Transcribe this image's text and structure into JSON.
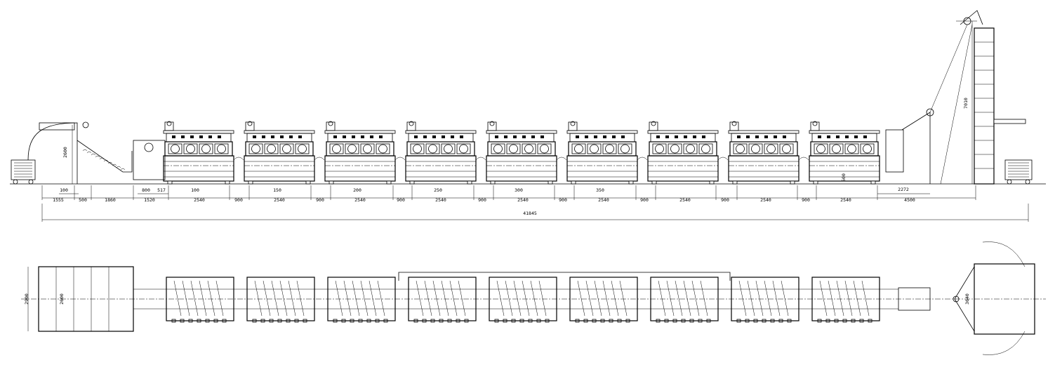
{
  "elevation": {
    "overall_length": "41845",
    "segments": [
      "1555",
      "500",
      "1860",
      "1520",
      "2540",
      "900",
      "2540",
      "900",
      "2540",
      "900",
      "2540",
      "900",
      "2540",
      "900",
      "2540",
      "900",
      "2540",
      "900",
      "2540",
      "900",
      "2540",
      "4500"
    ],
    "upper_left": [
      "100",
      "800",
      "517"
    ],
    "tank_labels": [
      "100",
      "150",
      "200",
      "250",
      "300",
      "350",
      "500"
    ],
    "right_offset": "2272",
    "feed_height": "2600",
    "tower_height": "7010"
  },
  "plan": {
    "overall_width": "2900",
    "inner_width": "2600",
    "right_width": "3640"
  }
}
